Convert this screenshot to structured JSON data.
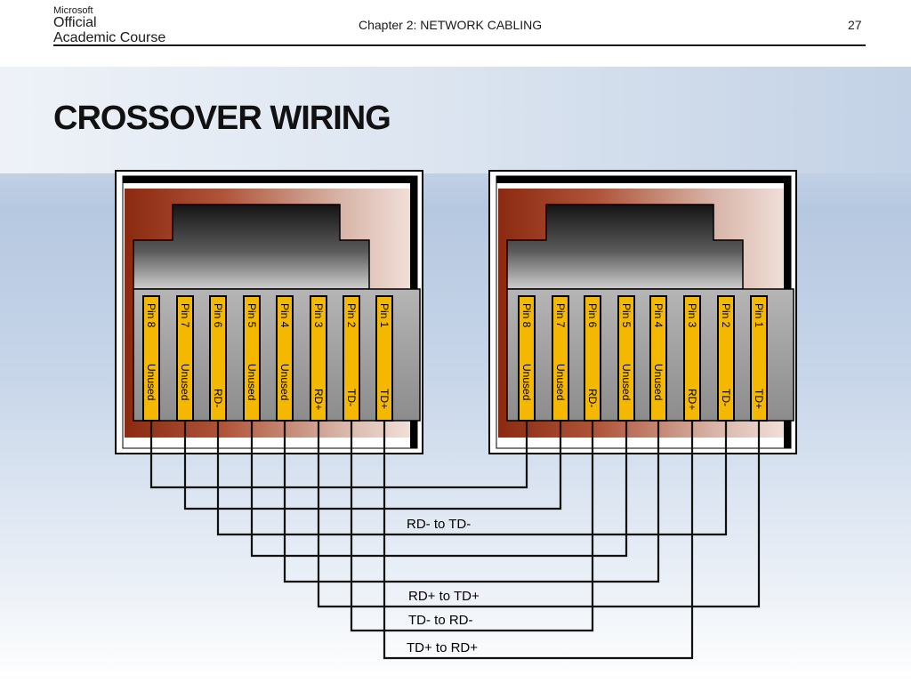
{
  "header": {
    "logo_microsoft": "Microsoft",
    "logo_official": "Official",
    "logo_course": "Academic Course",
    "chapter": "Chapter 2: NETWORK CABLING",
    "page_number": "27"
  },
  "slide": {
    "title": "CROSSOVER WIRING"
  },
  "connectors": [
    {
      "pins": [
        {
          "pin": "Pin 8",
          "signal": "Unused"
        },
        {
          "pin": "Pin 7",
          "signal": "Unused"
        },
        {
          "pin": "Pin 6",
          "signal": "RD-"
        },
        {
          "pin": "Pin 5",
          "signal": "Unused"
        },
        {
          "pin": "Pin 4",
          "signal": "Unused"
        },
        {
          "pin": "Pin 3",
          "signal": "RD+"
        },
        {
          "pin": "Pin 2",
          "signal": "TD-"
        },
        {
          "pin": "Pin 1",
          "signal": "TD+"
        }
      ]
    },
    {
      "pins": [
        {
          "pin": "Pin 8",
          "signal": "Unused"
        },
        {
          "pin": "Pin 7",
          "signal": "Unused"
        },
        {
          "pin": "Pin 6",
          "signal": "RD-"
        },
        {
          "pin": "Pin 5",
          "signal": "Unused"
        },
        {
          "pin": "Pin 4",
          "signal": "Unused"
        },
        {
          "pin": "Pin 3",
          "signal": "RD+"
        },
        {
          "pin": "Pin 2",
          "signal": "TD-"
        },
        {
          "pin": "Pin 1",
          "signal": "TD+"
        }
      ]
    }
  ],
  "wire_labels": {
    "rd_minus_to_td_minus": "RD- to TD-",
    "rd_plus_to_td_plus": "RD+ to TD+",
    "td_minus_to_rd_minus": "TD- to RD-",
    "td_plus_to_rd_plus": "TD+ to RD+"
  },
  "colors": {
    "pin_fill": "#f5b800",
    "jack_red": "#8b2a10",
    "wire": "#111111"
  }
}
